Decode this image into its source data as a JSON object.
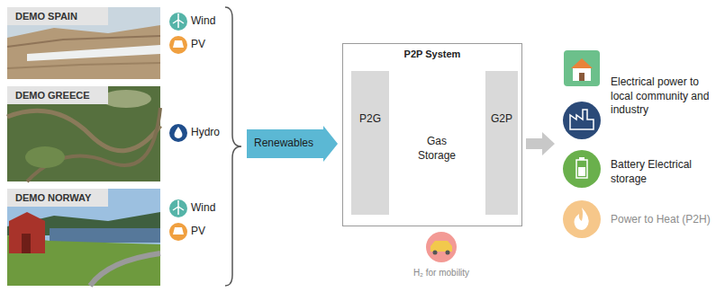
{
  "diagram": {
    "nodes": [
      {
        "text": [
          "DEMO SPAIN"
        ]
      },
      {
        "text": [
          "DEMO GREECE"
        ]
      },
      {
        "text": [
          "DEMO NORWAY"
        ]
      },
      {
        "text": [
          "Renewables"
        ]
      },
      {
        "text": [
          "P2P System"
        ]
      },
      {
        "text": [
          "P2G"
        ],
        "in": 4
      },
      {
        "text": [
          "G2P"
        ],
        "in": 4
      }
    ],
    "labels": [
      "Wind",
      "PV",
      "Hydro",
      "Wind",
      "PV",
      "Gas Storage",
      "H₂ for mobility",
      "Electrical power to local community and industry",
      "Battery Electrical storage",
      "Power to Heat (P2H)"
    ]
  }
}
